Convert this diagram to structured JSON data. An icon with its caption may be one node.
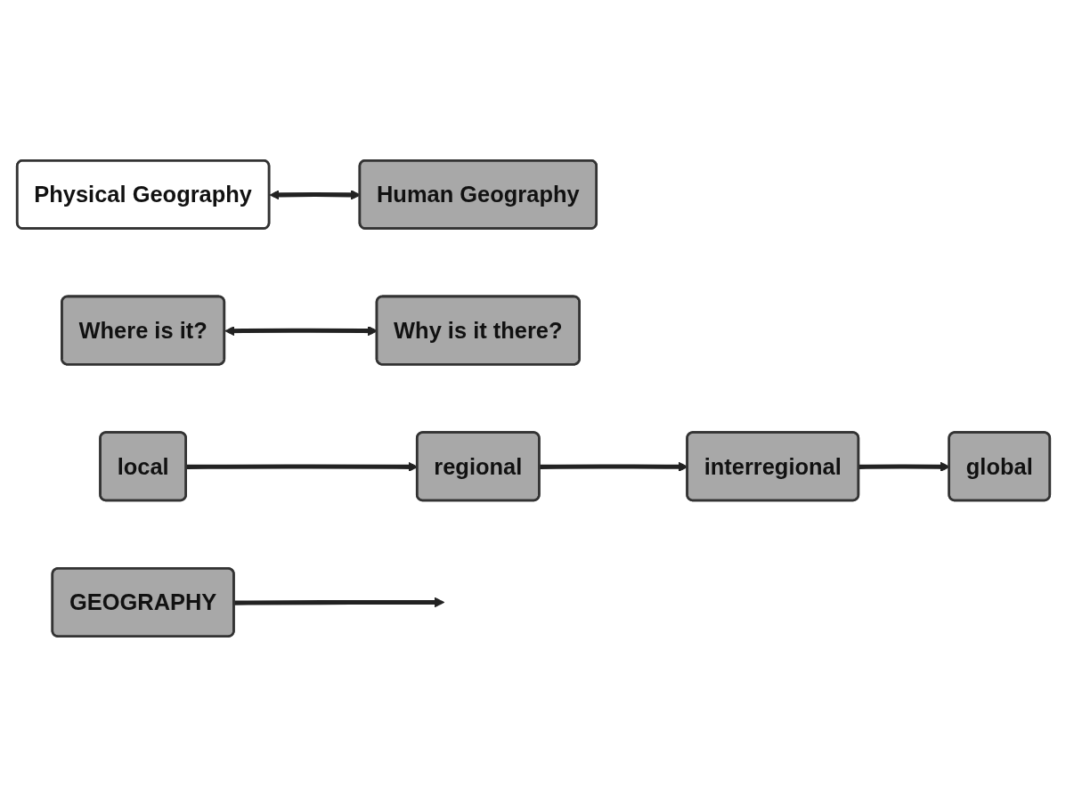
{
  "diagram": {
    "nodes": [
      {
        "text": [
          "GEOGRAPHY"
        ]
      },
      {
        "text": [
          "Physical Geography"
        ]
      },
      {
        "text": [
          "Human Geography"
        ]
      },
      {
        "text": [
          "Where is it?"
        ]
      },
      {
        "text": [
          "Why is it there?"
        ]
      },
      {
        "text": [
          "local"
        ]
      },
      {
        "text": [
          "regional"
        ]
      },
      {
        "text": [
          "interregional"
        ]
      },
      {
        "text": [
          "global"
        ]
      }
    ],
    "edges": [
      {
        "from": 0,
        "to": null,
        "arrow": "to"
      },
      {
        "from": 1,
        "to": 2,
        "arrow": "both"
      },
      {
        "from": 3,
        "to": 4,
        "arrow": "both"
      },
      {
        "from": 5,
        "to": 6,
        "arrow": "to"
      },
      {
        "from": 6,
        "to": 7,
        "arrow": "to"
      },
      {
        "from": 7,
        "to": 8,
        "arrow": "to"
      }
    ]
  }
}
